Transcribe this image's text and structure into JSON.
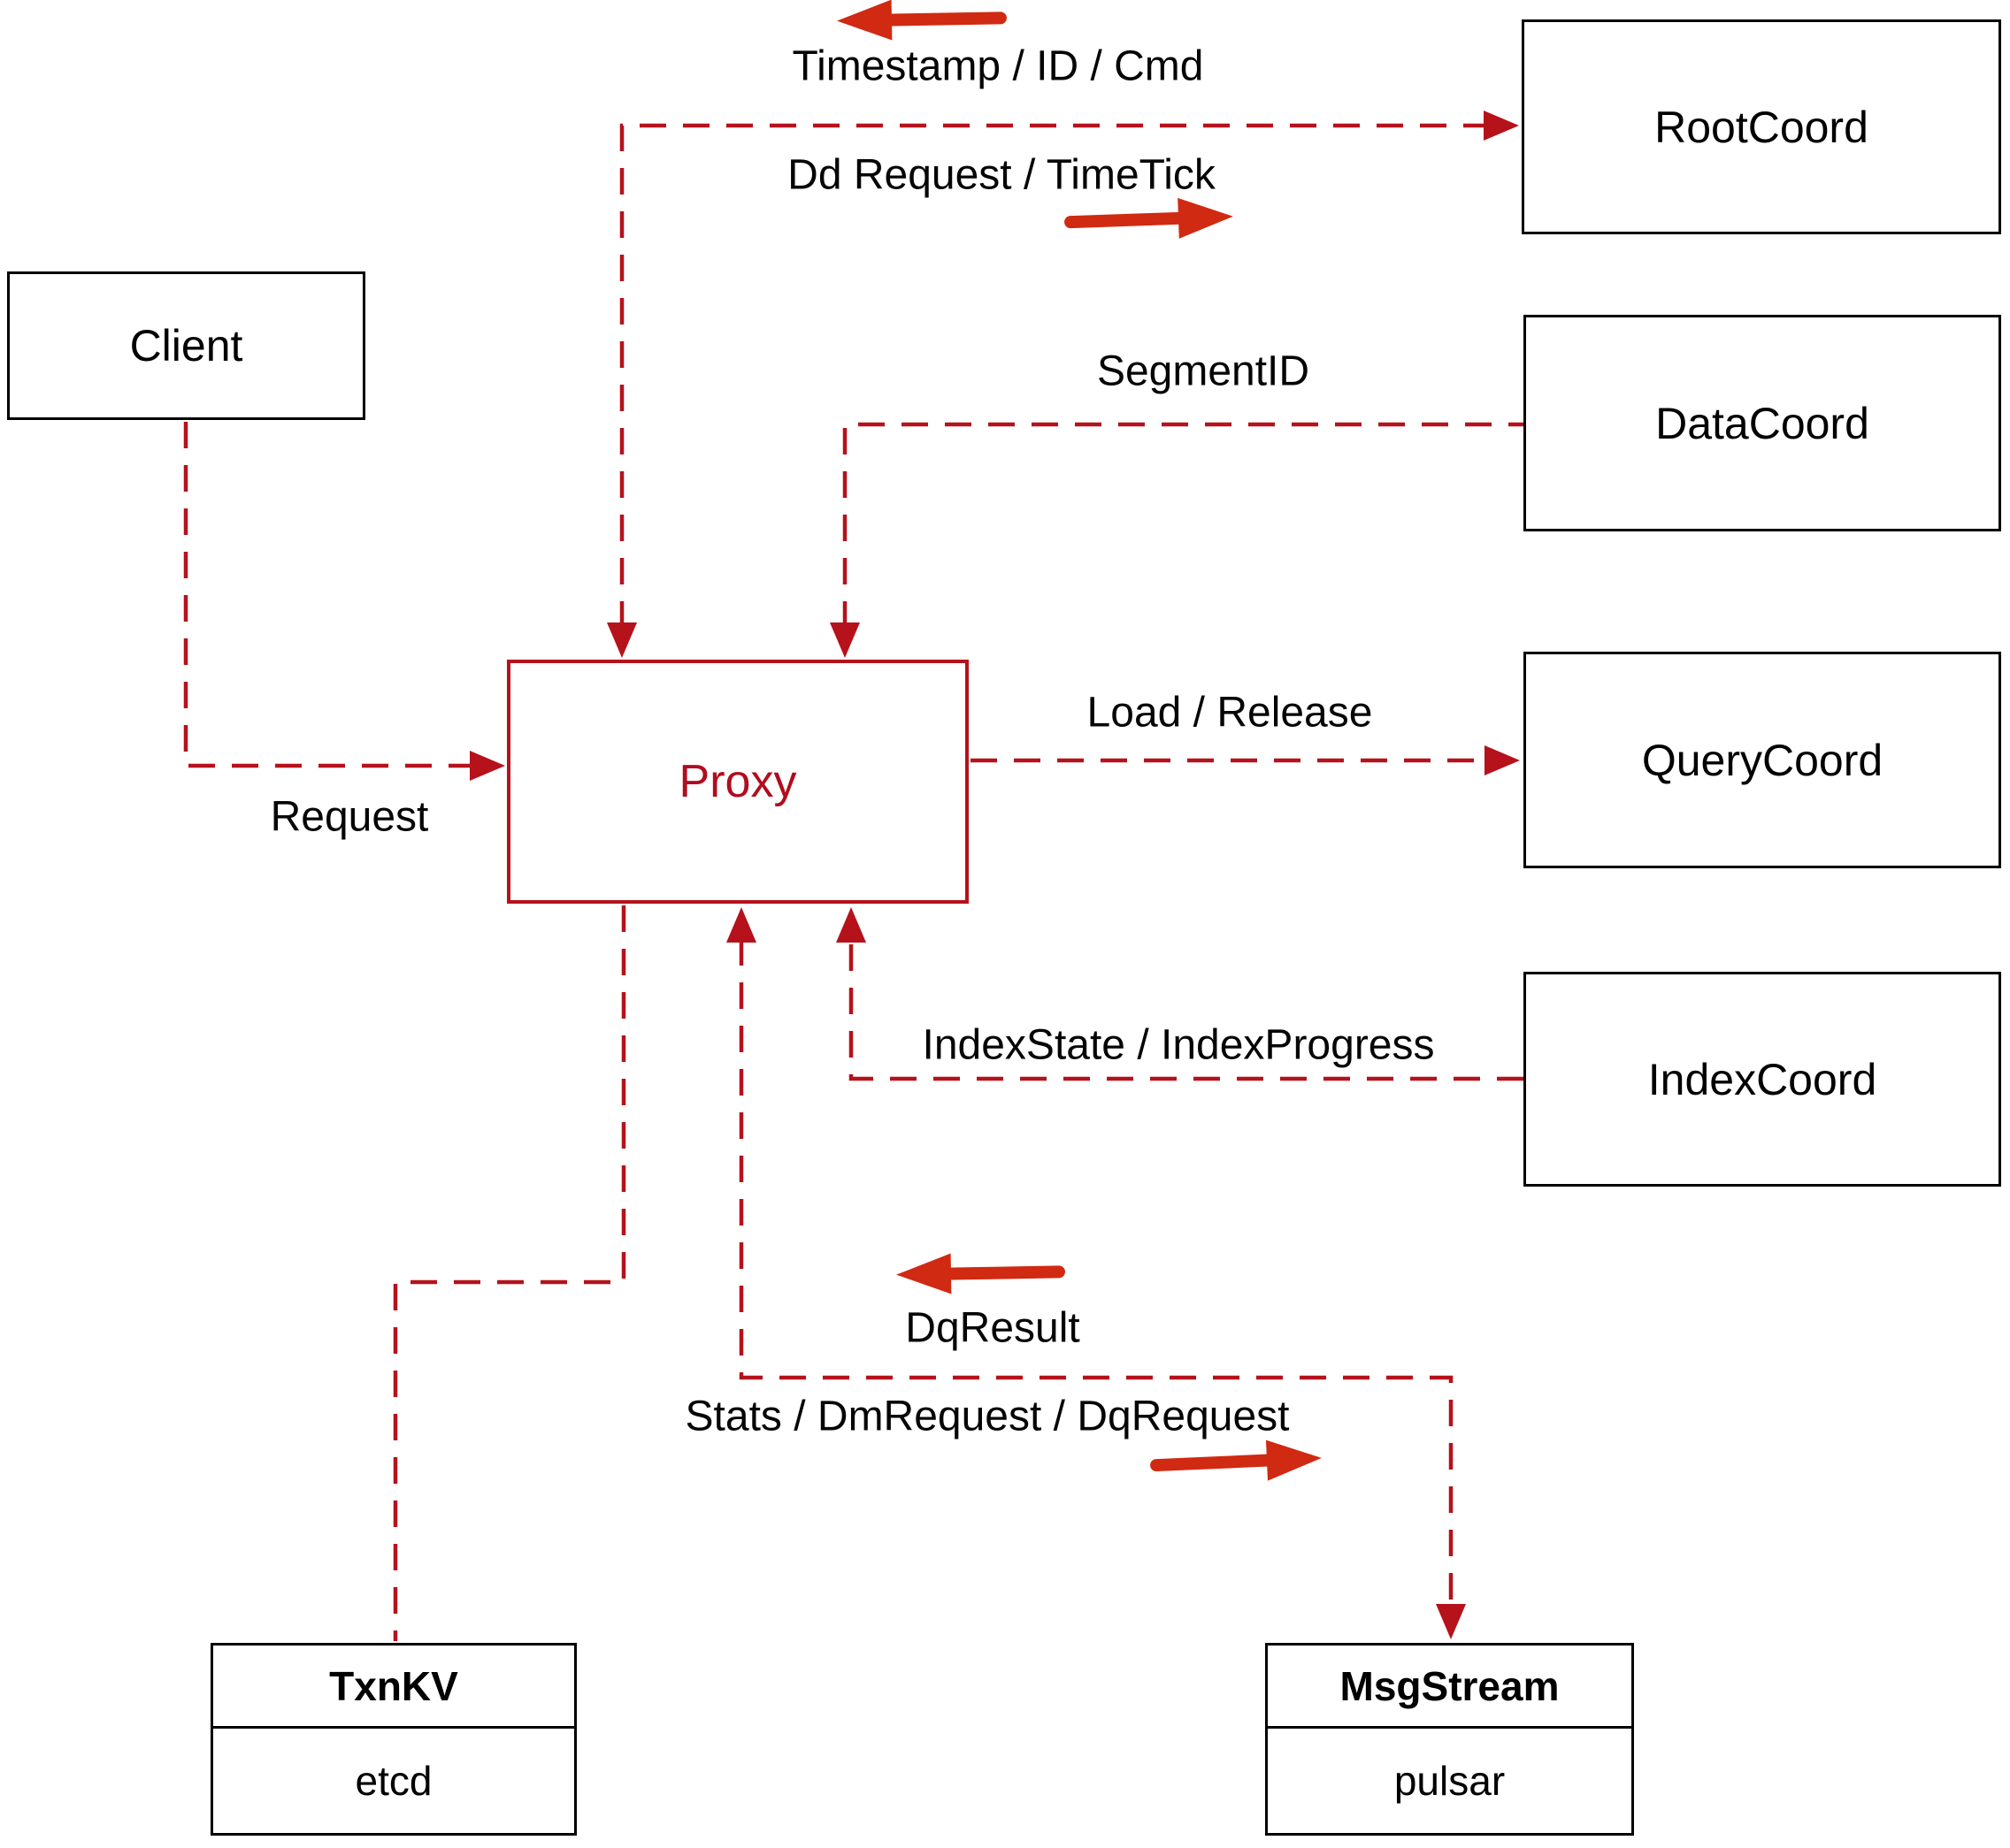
{
  "nodes": {
    "client": {
      "label": "Client"
    },
    "proxy": {
      "label": "Proxy"
    },
    "root_coord": {
      "label": "RootCoord"
    },
    "data_coord": {
      "label": "DataCoord"
    },
    "query_coord": {
      "label": "QueryCoord"
    },
    "index_coord": {
      "label": "IndexCoord"
    },
    "txn_kv": {
      "title": "TxnKV",
      "impl": "etcd"
    },
    "msg_stream": {
      "title": "MsgStream",
      "impl": "pulsar"
    }
  },
  "edges": {
    "proxy_rootcoord": {
      "response_label": "Timestamp / ID / Cmd",
      "request_label": "Dd Request / TimeTick"
    },
    "datacoord_proxy": {
      "label": "SegmentID"
    },
    "client_proxy": {
      "label": "Request"
    },
    "proxy_querycoord": {
      "label": "Load / Release"
    },
    "indexcoord_proxy": {
      "label": "IndexState / IndexProgress"
    },
    "proxy_msgstream": {
      "response_label": "DqResult",
      "request_label": "Stats / DmRequest / DqRequest"
    }
  },
  "colors": {
    "dashed_line_red": "#b5121b",
    "bold_arrow_red": "#d02a12",
    "proxy_red": "#b00d1f",
    "box_border_black": "#000000",
    "label_text": "#050505",
    "background": "#ffffff"
  }
}
